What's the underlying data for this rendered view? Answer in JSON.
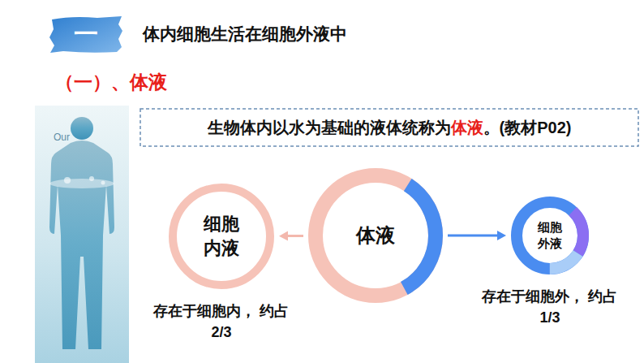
{
  "diagram": {
    "title": "体内细胞生活在细胞外液中",
    "nodes": [
      {
        "text": [
          "一"
        ]
      },
      {
        "text": [
          "生物体内以水为基础的液体统称为体液。(教材P02)"
        ]
      },
      {
        "text": [
          "体液"
        ]
      },
      {
        "text": [
          "细胞 内液",
          "存在于细胞内， 约占2/3"
        ]
      },
      {
        "text": [
          "细胞 外液",
          "存在于细胞外， 约占1/3"
        ]
      }
    ],
    "edges": [
      {
        "from": 2,
        "to": 3,
        "arrow": "to"
      },
      {
        "from": 2,
        "to": 4,
        "arrow": "to"
      }
    ],
    "labels": [
      "（一）、体液",
      "Our"
    ]
  }
}
